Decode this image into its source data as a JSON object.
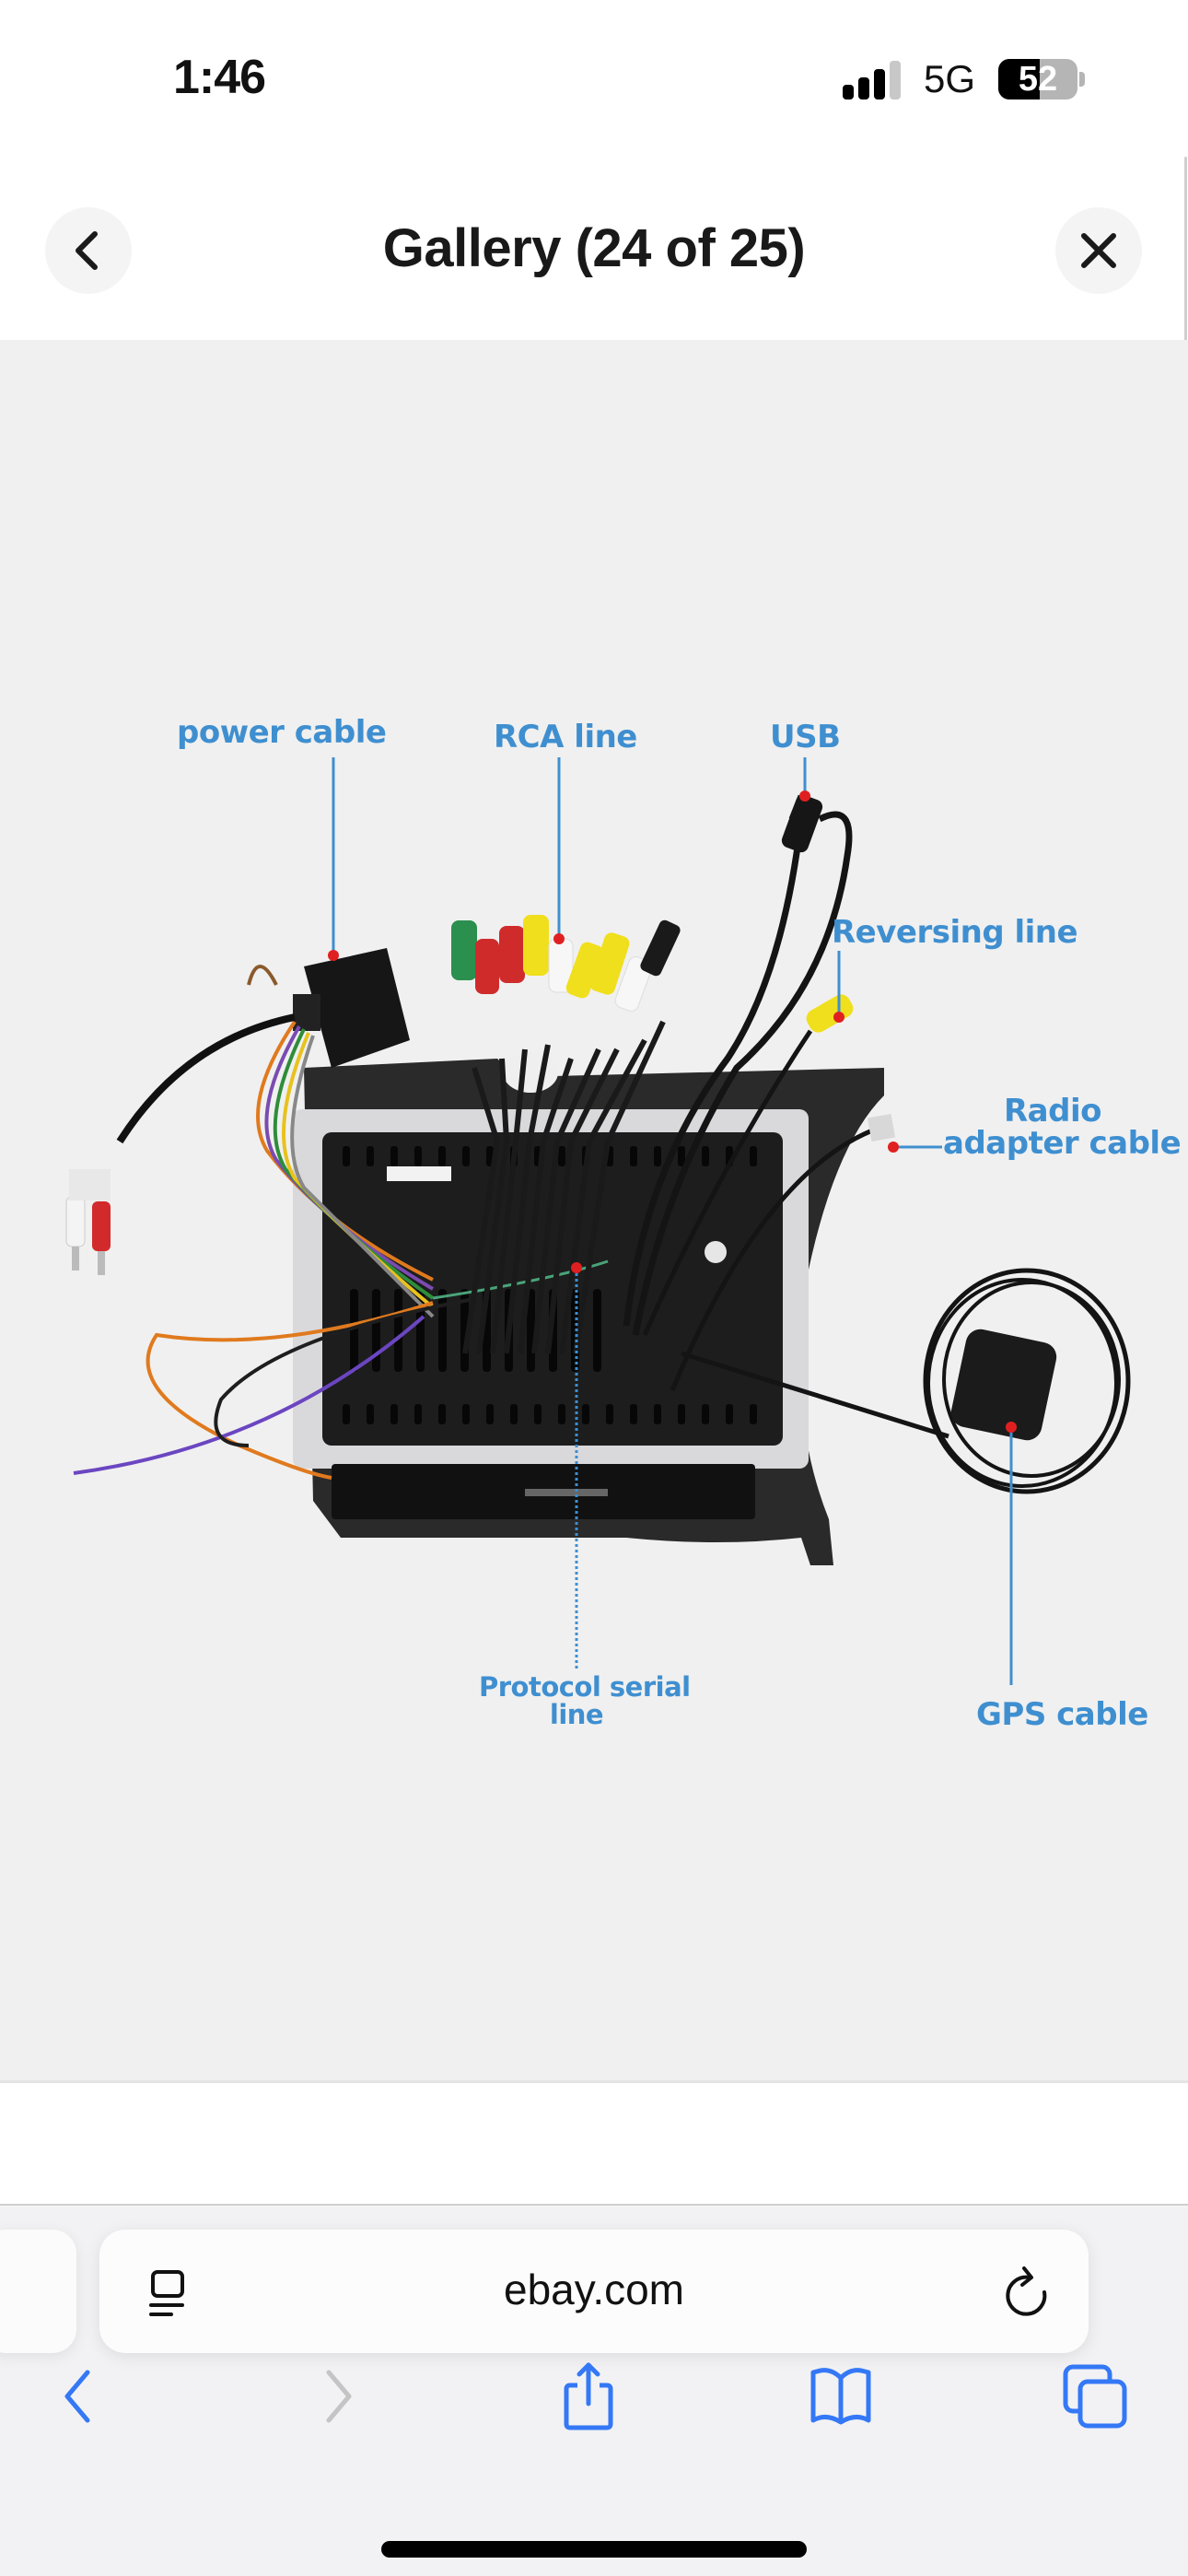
{
  "status_bar": {
    "time": "1:46",
    "network": "5G",
    "signal_bars_active": 3,
    "signal_bars_total": 4,
    "battery_percent": 52,
    "battery_label": "52"
  },
  "header": {
    "title": "Gallery (24 of 25)",
    "back_icon": "chevron-left-icon",
    "close_icon": "close-icon"
  },
  "gallery": {
    "image_subject": "Car stereo head unit rear view with labeled wiring harness",
    "callout_color": "#3f8fd0",
    "marker_color": "#e02020",
    "callouts": {
      "power_cable": "power cable",
      "rca_line": "RCA line",
      "usb": "USB",
      "reversing_line": "Reversing line",
      "radio_adapter_line1": "Radio",
      "radio_adapter_line2": "adapter cable",
      "protocol_serial_line1": "Protocol serial",
      "protocol_serial_line2": "line",
      "gps_cable": "GPS cable"
    }
  },
  "browser": {
    "address": "ebay.com",
    "accent_color": "#3478f6",
    "disabled_color": "#c4c4c4",
    "toolbar": [
      {
        "name": "back",
        "icon": "chevron-left-icon",
        "enabled": true
      },
      {
        "name": "forward",
        "icon": "chevron-right-icon",
        "enabled": false
      },
      {
        "name": "share",
        "icon": "share-icon",
        "enabled": true
      },
      {
        "name": "bookmarks",
        "icon": "book-icon",
        "enabled": true
      },
      {
        "name": "tabs",
        "icon": "tabs-icon",
        "enabled": true
      }
    ]
  }
}
